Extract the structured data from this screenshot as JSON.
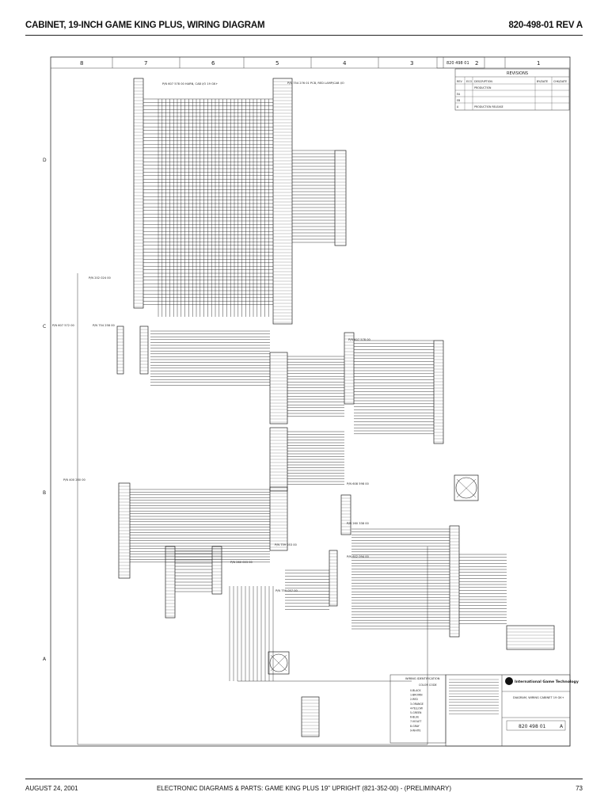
{
  "header": {
    "title": "CABINET, 19-INCH GAME KING PLUS, WIRING DIAGRAM",
    "doc_id": "820-498-01 REV A"
  },
  "footer": {
    "date": "AUGUST 24, 2001",
    "center": "ELECTRONIC DIAGRAMS & PARTS: GAME KING PLUS 19\" UPRIGHT (821-352-00) - (PRELIMINARY)",
    "page": "73"
  },
  "diagram": {
    "zone_cols": [
      "8",
      "7",
      "6",
      "5",
      "4",
      "3",
      "2",
      "1"
    ],
    "zone_rows": [
      "D",
      "C",
      "B",
      "A"
    ],
    "revisions_title": "REVISIONS",
    "revision_headers": [
      "REV",
      "ECO",
      "DESCRIPTION",
      "BY/DATE",
      "CHK/DATE"
    ],
    "revisions": [
      [
        "",
        "",
        "PRODUCTION",
        "",
        ""
      ],
      [
        "EA",
        "",
        "",
        "",
        ""
      ],
      [
        "EB",
        "",
        "",
        "",
        ""
      ],
      [
        "A",
        "",
        "PRODUCTION RELEASE",
        "",
        ""
      ]
    ],
    "harness_labels": [
      "P/N 607 578 00 HARN, CAB I/O 19 GK+",
      "P/N 754 276 01 PCB, RED LAMP/CAB I/O",
      "P/N 202 024 00",
      "P/N 607 572 00",
      "P/N 754 258 00",
      "P/N 400 280 00",
      "P/N 607 578 00",
      "P/N 608 598 00",
      "P/N 260 338 00",
      "P/N 602 094 00",
      "P/N 759 053 00",
      "P/N 759 057 00",
      "P/N 260 003 00"
    ],
    "wire_legend_title": "WIRING IDENTIFICATION",
    "color_code_title": "COLOR CODE",
    "color_codes": [
      "0-BLACK",
      "1-BROWN",
      "2-RED",
      "3-ORANGE",
      "4-YELLOW",
      "5-GREEN",
      "6-BLUE",
      "7-VIOLET",
      "8-GRAY",
      "9-WHITE"
    ],
    "company": "International Game Technology",
    "title_block_title": "DIAGRAM, WIRING CABINET 19 GK+",
    "drawing_number": "820 498 01",
    "rev": "A"
  },
  "colors": {
    "ink": "#1a1a1a",
    "paper": "#ffffff"
  }
}
